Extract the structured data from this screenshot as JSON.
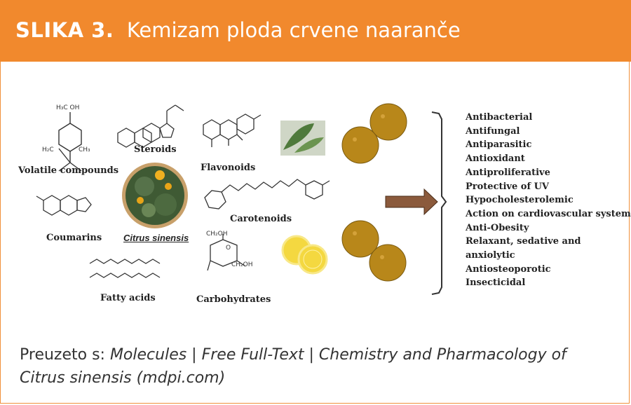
{
  "header": {
    "prefix": "SLIKA 3.",
    "title": "Kemizam ploda crvene naaranče",
    "bg_color": "#f1892d"
  },
  "diagram": {
    "compound_labels": {
      "volatile": "Volatile compounds",
      "steroids": "Steroids",
      "flavonoids": "Flavonoids",
      "carotenoids": "Carotenoids",
      "coumarins": "Coumarins",
      "citrus": "Citrus sinensis",
      "fatty_acids": "Fatty acids",
      "carbohydrates": "Carbohydrates"
    },
    "structure_text": {
      "volatile_top": "H₃C OH",
      "volatile_left": "H₂C",
      "volatile_right": "CH₃",
      "carb_top": "CH₂OH",
      "carb_right": "CH₂OH",
      "carb_o": "O"
    },
    "activities": [
      "Antibacterial",
      "Antifungal",
      "Antiparasitic",
      "Antioxidant",
      "Antiproliferative",
      "Protective of UV",
      "Hypocholesterolemic",
      "Action on cardiovascular system",
      "Anti-Obesity",
      "Relaxant, sedative and",
      "anxiolytic",
      "Antiosteoporotic",
      "Insecticidal"
    ],
    "arrow_color": "#8b5a3c"
  },
  "caption": {
    "prefix": "Preuzeto s: ",
    "source": "Molecules | Free Full-Text | Chemistry and Pharmacology of Citrus sinensis (mdpi.com)"
  }
}
